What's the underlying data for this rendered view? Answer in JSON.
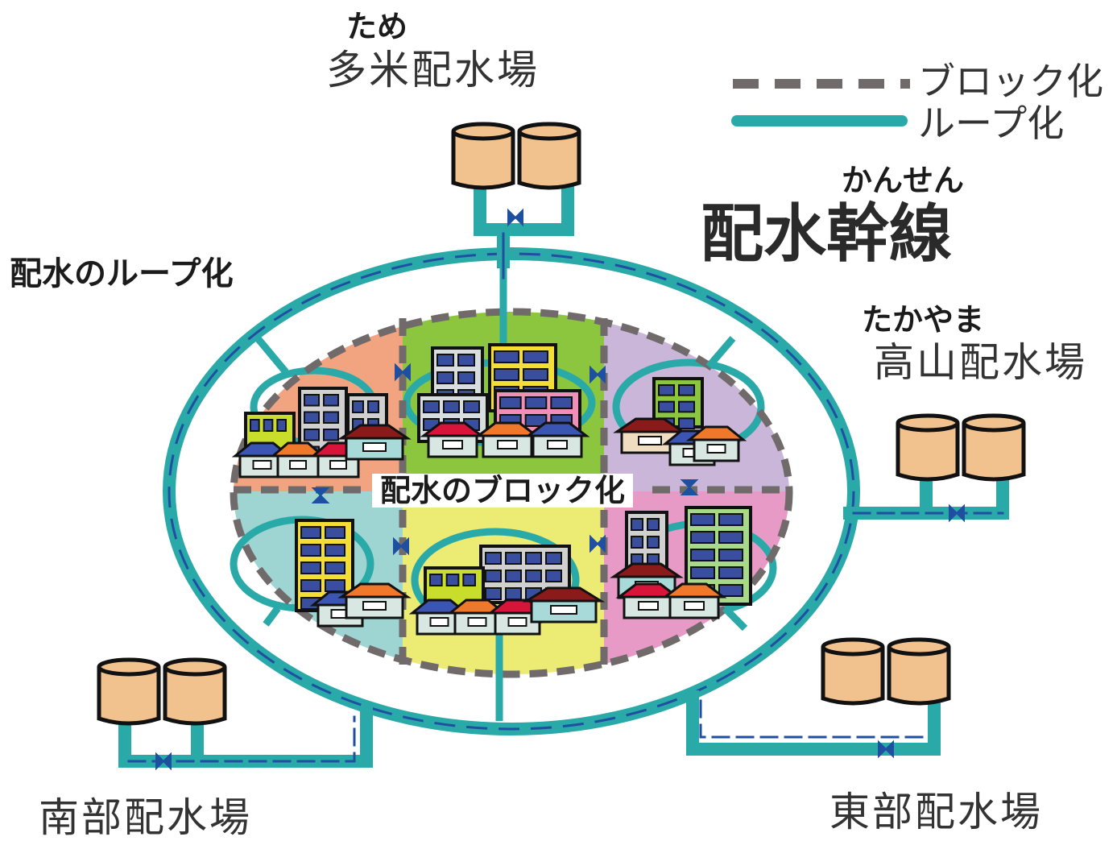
{
  "legend": {
    "block": {
      "label": "ブロック化",
      "color": "#706a6a"
    },
    "loop": {
      "label": "ループ化",
      "color": "#2aa9a9"
    }
  },
  "heading_loop": "配水のループ化",
  "heading_block": "配水のブロック化",
  "trunk": {
    "ruby": "かんせん",
    "label": "配水幹線"
  },
  "stations": {
    "tame": {
      "ruby": "ため",
      "label": "多米配水場"
    },
    "takayama": {
      "ruby": "たかやま",
      "label": "高山配水場"
    },
    "nanbu": {
      "label": "南部配水場"
    },
    "tobu": {
      "label": "東部配水場"
    }
  },
  "colors": {
    "pipe": "#2aa9a9",
    "inner_pipe": "#1f4fa0",
    "tank": "#f2c28e",
    "block_nw": "#f2a481",
    "block_n": "#8cc63f",
    "block_ne": "#c9b6d9",
    "block_sw": "#9ed4d2",
    "block_s": "#ecec74",
    "block_se": "#e79ac5"
  },
  "icons": [
    "tank-icon",
    "valve-icon",
    "building-icon",
    "house-icon"
  ]
}
